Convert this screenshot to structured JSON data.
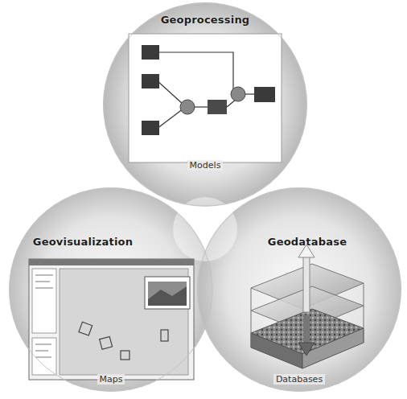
{
  "diagram": {
    "nodes": [
      {
        "text": [
          "Geoprocessing",
          "Models"
        ]
      },
      {
        "text": [
          "Geovisualization",
          "Maps"
        ]
      },
      {
        "text": [
          "Geodatabase",
          "Databases"
        ]
      }
    ]
  }
}
